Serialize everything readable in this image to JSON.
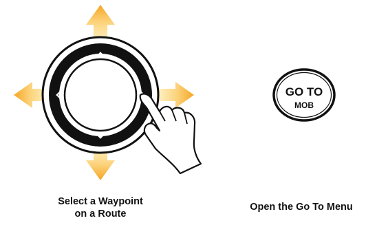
{
  "colors": {
    "arrow_light": "#fef3c8",
    "arrow_mid": "#fcd27a",
    "arrow_dark": "#f6a623",
    "ring": "#111111",
    "button_fill": "#ffffff"
  },
  "icons": {
    "joystick": "cursor-control-joystick-icon",
    "hand": "pointing-hand-icon",
    "goto_button": "goto-mob-button-icon"
  },
  "goto_button": {
    "line1": "GO TO",
    "line2": "MOB"
  },
  "captions": {
    "left": [
      "Select a Waypoint",
      "on a Route"
    ],
    "right": "Open the Go To Menu"
  }
}
